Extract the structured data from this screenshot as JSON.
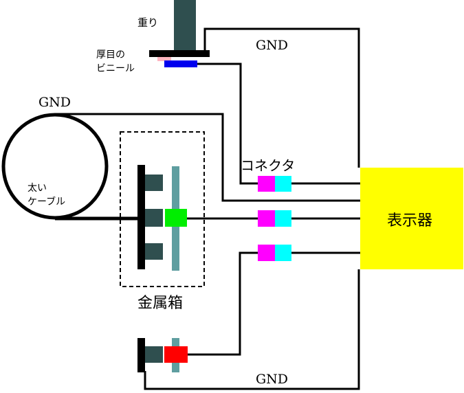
{
  "labels": {
    "weight": "重り",
    "vinyl_line1": "厚目の",
    "vinyl_line2": "ビニール",
    "gnd_top": "GND",
    "gnd_left": "GND",
    "gnd_bottom": "GND",
    "cable_line1": "太い",
    "cable_line2": "ケーブル",
    "connector": "コネクタ",
    "display": "表示器",
    "metal_box": "金属箱"
  },
  "colors": {
    "weight": "#2f4f4f",
    "plate": "#000000",
    "vinyl_pad": "#ffb6c1",
    "blue_sensor": "#0000ee",
    "connector_left": "#ff00ff",
    "connector_right": "#00ffff",
    "display_fill": "#ffff00",
    "green_contact": "#00ee00",
    "red_contact": "#ff0000",
    "teal_bar": "#5f9ea0",
    "dark_block": "#2f4f4f"
  }
}
